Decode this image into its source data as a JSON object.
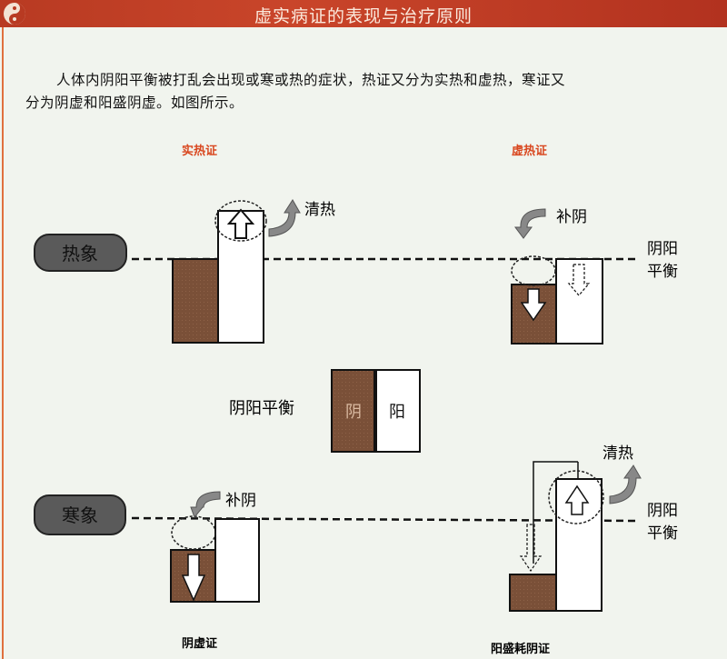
{
  "header": {
    "title": "虚实病证的表现与治疗原则",
    "icon": "yin-yang-icon"
  },
  "intro": {
    "line1": "人体内阴阳平衡被打乱会出现或寒或热的症状，热证又分为实热和虚热，寒证又",
    "line2": "分为阴虚和阳盛阴虚。如图所示。"
  },
  "diagram": {
    "hot_label": "热象",
    "cold_label": "寒象",
    "balance_line_label_1": "阴阳",
    "balance_line_label_2": "平衡",
    "excess_heat": {
      "title": "实热证",
      "action": "清热"
    },
    "deficiency_heat": {
      "title": "虚热证",
      "action": "补阴"
    },
    "balance": {
      "label": "阴阳平衡",
      "yin": "阴",
      "yang": "阳"
    },
    "yin_deficiency": {
      "title": "阴虚证",
      "action": "补阴"
    },
    "yang_excess": {
      "title": "阳盛耗阴证",
      "action": "清热"
    },
    "colors": {
      "yin": "#7a5038",
      "header": "#c0402a",
      "title_red": "#d9471f",
      "pill": "#5a5a5a"
    }
  }
}
